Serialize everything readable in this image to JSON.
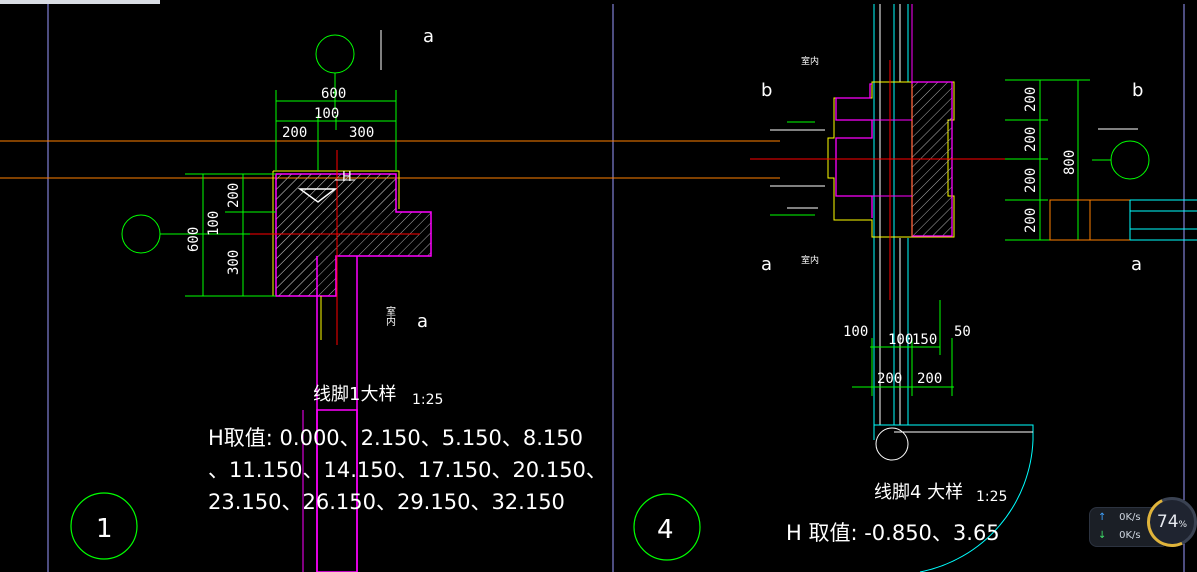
{
  "detail1": {
    "title": "线脚1大样",
    "scale": "1:25",
    "axis_label_top": "a",
    "axis_label_bottom": "a",
    "room_label": "室内",
    "dims_horizontal": [
      "600",
      "100",
      "200",
      "300"
    ],
    "dims_vertical": [
      "600",
      "100",
      "200",
      "300"
    ],
    "elev_marker": "H",
    "h_values_lines": [
      "H取值: 0.000、2.150、5.150、8.150",
      "、11.150、14.150、17.150、20.150、",
      "23.150、26.150、29.150、32.150"
    ],
    "detail_number": "1"
  },
  "detail4": {
    "title": "线脚4 大样",
    "scale": "1:25",
    "axis_labels": [
      "b",
      "a",
      "b",
      "a"
    ],
    "room_labels": [
      "室内",
      "室内"
    ],
    "dims_vertical": [
      "200",
      "200",
      "200",
      "200",
      "800"
    ],
    "dims_bottom": [
      "100",
      "100",
      "150",
      "50",
      "200",
      "200"
    ],
    "h_values": "H 取值: -0.850、3.65",
    "detail_number": "4"
  },
  "monitor": {
    "upload": "0K/s",
    "download": "0K/s",
    "percent": "74",
    "percent_unit": "%"
  },
  "colors": {
    "background": "#000000",
    "green": "#00ff00",
    "white": "#ffffff",
    "magenta": "#ff00ff",
    "yellow": "#ffff00",
    "red": "#ff0000",
    "cyan": "#00ffff",
    "orange": "#ff8000",
    "blue": "#6a6aff"
  }
}
